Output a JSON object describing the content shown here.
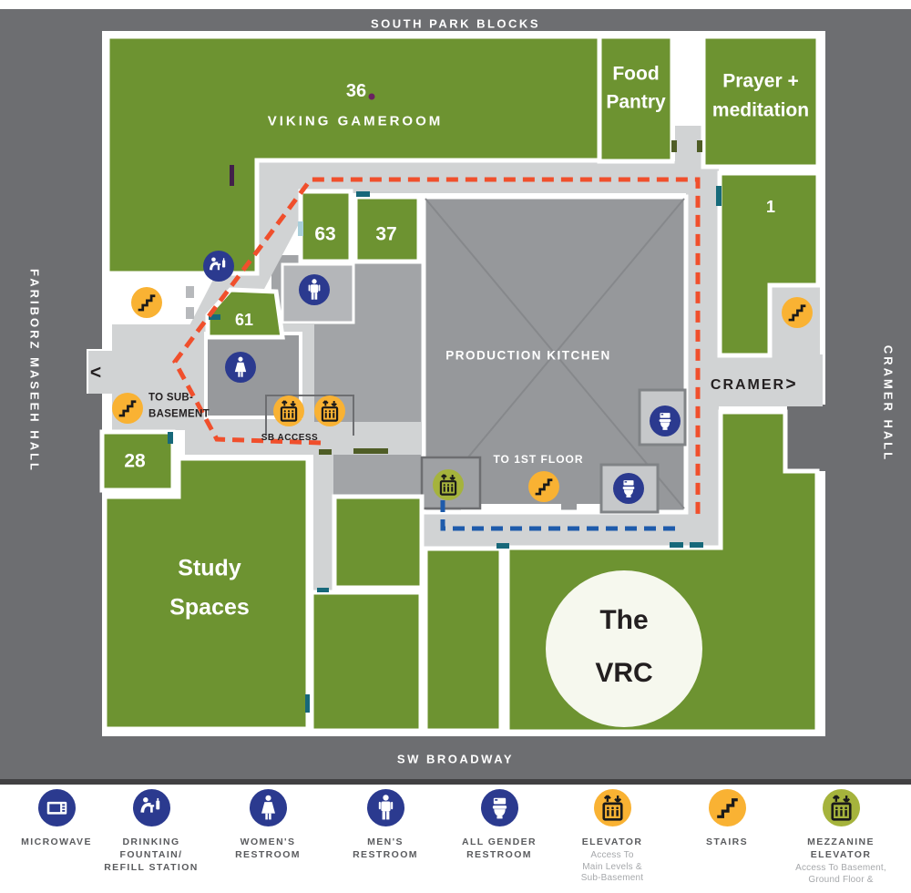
{
  "streets": {
    "top": "SOUTH PARK BLOCKS",
    "bottom": "SW BROADWAY",
    "left": "FARIBORZ MASEEH HALL",
    "right": "CRAMER HALL"
  },
  "map": {
    "gameroom_number": "36",
    "gameroom_name": "VIKING GAMEROOM",
    "food_pantry": [
      "Food",
      "Pantry"
    ],
    "prayer": [
      "Prayer +",
      "meditation"
    ],
    "room_1": "1",
    "room_63": "63",
    "room_37": "37",
    "room_61": "61",
    "room_28": "28",
    "study": [
      "Study",
      "Spaces"
    ],
    "kitchen": "PRODUCTION KITCHEN",
    "vrc": [
      "The",
      "VRC"
    ],
    "to_sub_basement": [
      "TO SUB-",
      "BASEMENT"
    ],
    "sb_access": "SB ACCESS",
    "to_first_floor": "TO 1ST FLOOR",
    "cramer_exit": "CRAMER",
    "exit_arrow_right": ">",
    "exit_arrow_left": "<"
  },
  "legend": {
    "items": [
      {
        "id": "microwave",
        "label": [
          "MICROWAVE"
        ],
        "sub": []
      },
      {
        "id": "drinking-fountain",
        "label": [
          "DRINKING",
          "FOUNTAIN/",
          "REFILL STATION"
        ],
        "sub": []
      },
      {
        "id": "womens-restroom",
        "label": [
          "WOMEN'S",
          "RESTROOM"
        ],
        "sub": []
      },
      {
        "id": "mens-restroom",
        "label": [
          "MEN'S",
          "RESTROOM"
        ],
        "sub": []
      },
      {
        "id": "all-gender-restroom",
        "label": [
          "ALL GENDER",
          "RESTROOM"
        ],
        "sub": []
      },
      {
        "id": "elevator",
        "label": [
          "ELEVATOR"
        ],
        "sub": [
          "Access To",
          "Main Levels &",
          "Sub-Basement"
        ]
      },
      {
        "id": "stairs",
        "label": [
          "STAIRS"
        ],
        "sub": []
      },
      {
        "id": "mezzanine-elevator",
        "label": [
          "MEZZANINE",
          "ELEVATOR"
        ],
        "sub": [
          "Access To Basement,",
          "Ground Floor &"
        ]
      }
    ]
  },
  "colors": {
    "room_green": "#6d9331",
    "corridor_gray": "#d1d3d4",
    "street_gray": "#6d6e71",
    "kitchen_gray": "#96989b",
    "route_red": "#f04f2c",
    "route_blue": "#1e5bab",
    "icon_blue": "#2b3a8f",
    "icon_yellow": "#f9b233",
    "icon_olive": "#a5b33c",
    "door_teal": "#17687a",
    "door_purple": "#42204a",
    "door_olive": "#4f5d26"
  }
}
